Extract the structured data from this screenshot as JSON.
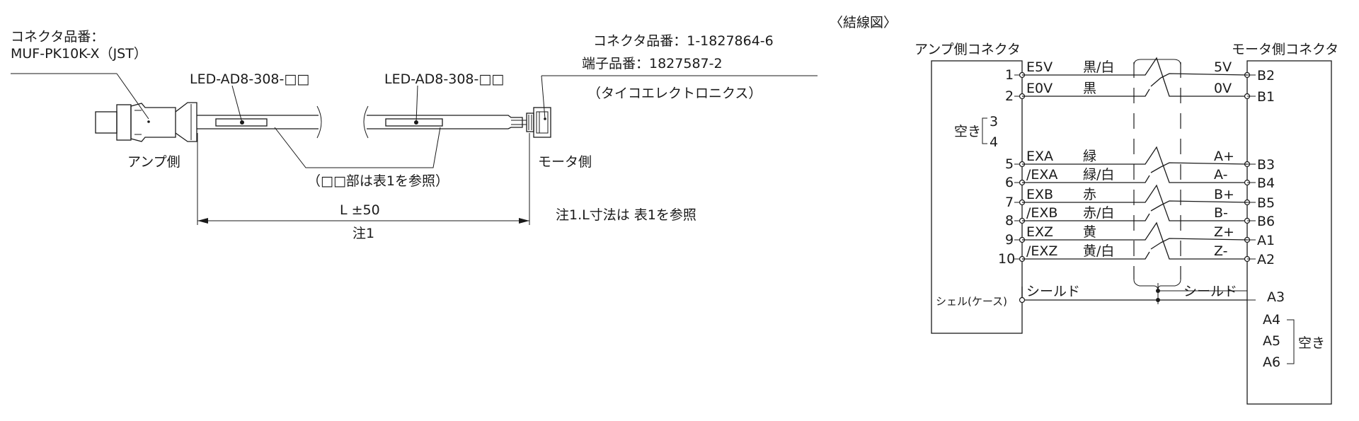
{
  "cable": {
    "left_connector_label": "コネクタ品番：",
    "left_connector_part": "MUF-PK10K-X（JST）",
    "cable_label_1": "LED-AD8-308-□□",
    "cable_label_2": "LED-AD8-308-□□",
    "right_connector_label": "コネクタ品番：1-1827864-6",
    "terminal_label": "端子品番：1827587-2",
    "maker": "（タイコエレクトロニクス）",
    "amp_side": "アンプ側",
    "motor_side": "モータ側",
    "ref_note": "（□□部は表1を参照）",
    "length": "L ±50",
    "length_note": "注1",
    "footnote": "注1.L寸法は 表1を参照"
  },
  "wiring": {
    "title": "〈結線図〉",
    "amp_connector": "アンプ側コネクタ",
    "motor_connector": "モータ側コネクタ",
    "empty_label": "空き",
    "amp_empty_pins": [
      "3",
      "4"
    ],
    "motor_empty_pins": [
      "A4",
      "A5",
      "A6"
    ],
    "shell_label": "シェル(ケース)",
    "rows": [
      {
        "pin": "1",
        "signal": "E5V",
        "color": "黒/白",
        "motor_signal": "5V",
        "motor_pin": "B2"
      },
      {
        "pin": "2",
        "signal": "E0V",
        "color": "黒",
        "motor_signal": "0V",
        "motor_pin": "B1"
      },
      {
        "pin": "5",
        "signal": "EXA",
        "color": "緑",
        "motor_signal": "A+",
        "motor_pin": "B3"
      },
      {
        "pin": "6",
        "signal": "/EXA",
        "color": "緑/白",
        "motor_signal": "A-",
        "motor_pin": "B4"
      },
      {
        "pin": "7",
        "signal": "EXB",
        "color": "赤",
        "motor_signal": "B+",
        "motor_pin": "B5"
      },
      {
        "pin": "8",
        "signal": "/EXB",
        "color": "赤/白",
        "motor_signal": "B-",
        "motor_pin": "B6"
      },
      {
        "pin": "9",
        "signal": "EXZ",
        "color": "黄",
        "motor_signal": "Z+",
        "motor_pin": "A1"
      },
      {
        "pin": "10",
        "signal": "/EXZ",
        "color": "黄/白",
        "motor_signal": "Z-",
        "motor_pin": "A2"
      }
    ],
    "shield_left": "シールド",
    "shield_right": "シールド",
    "shield_motor_pin": "A3"
  }
}
